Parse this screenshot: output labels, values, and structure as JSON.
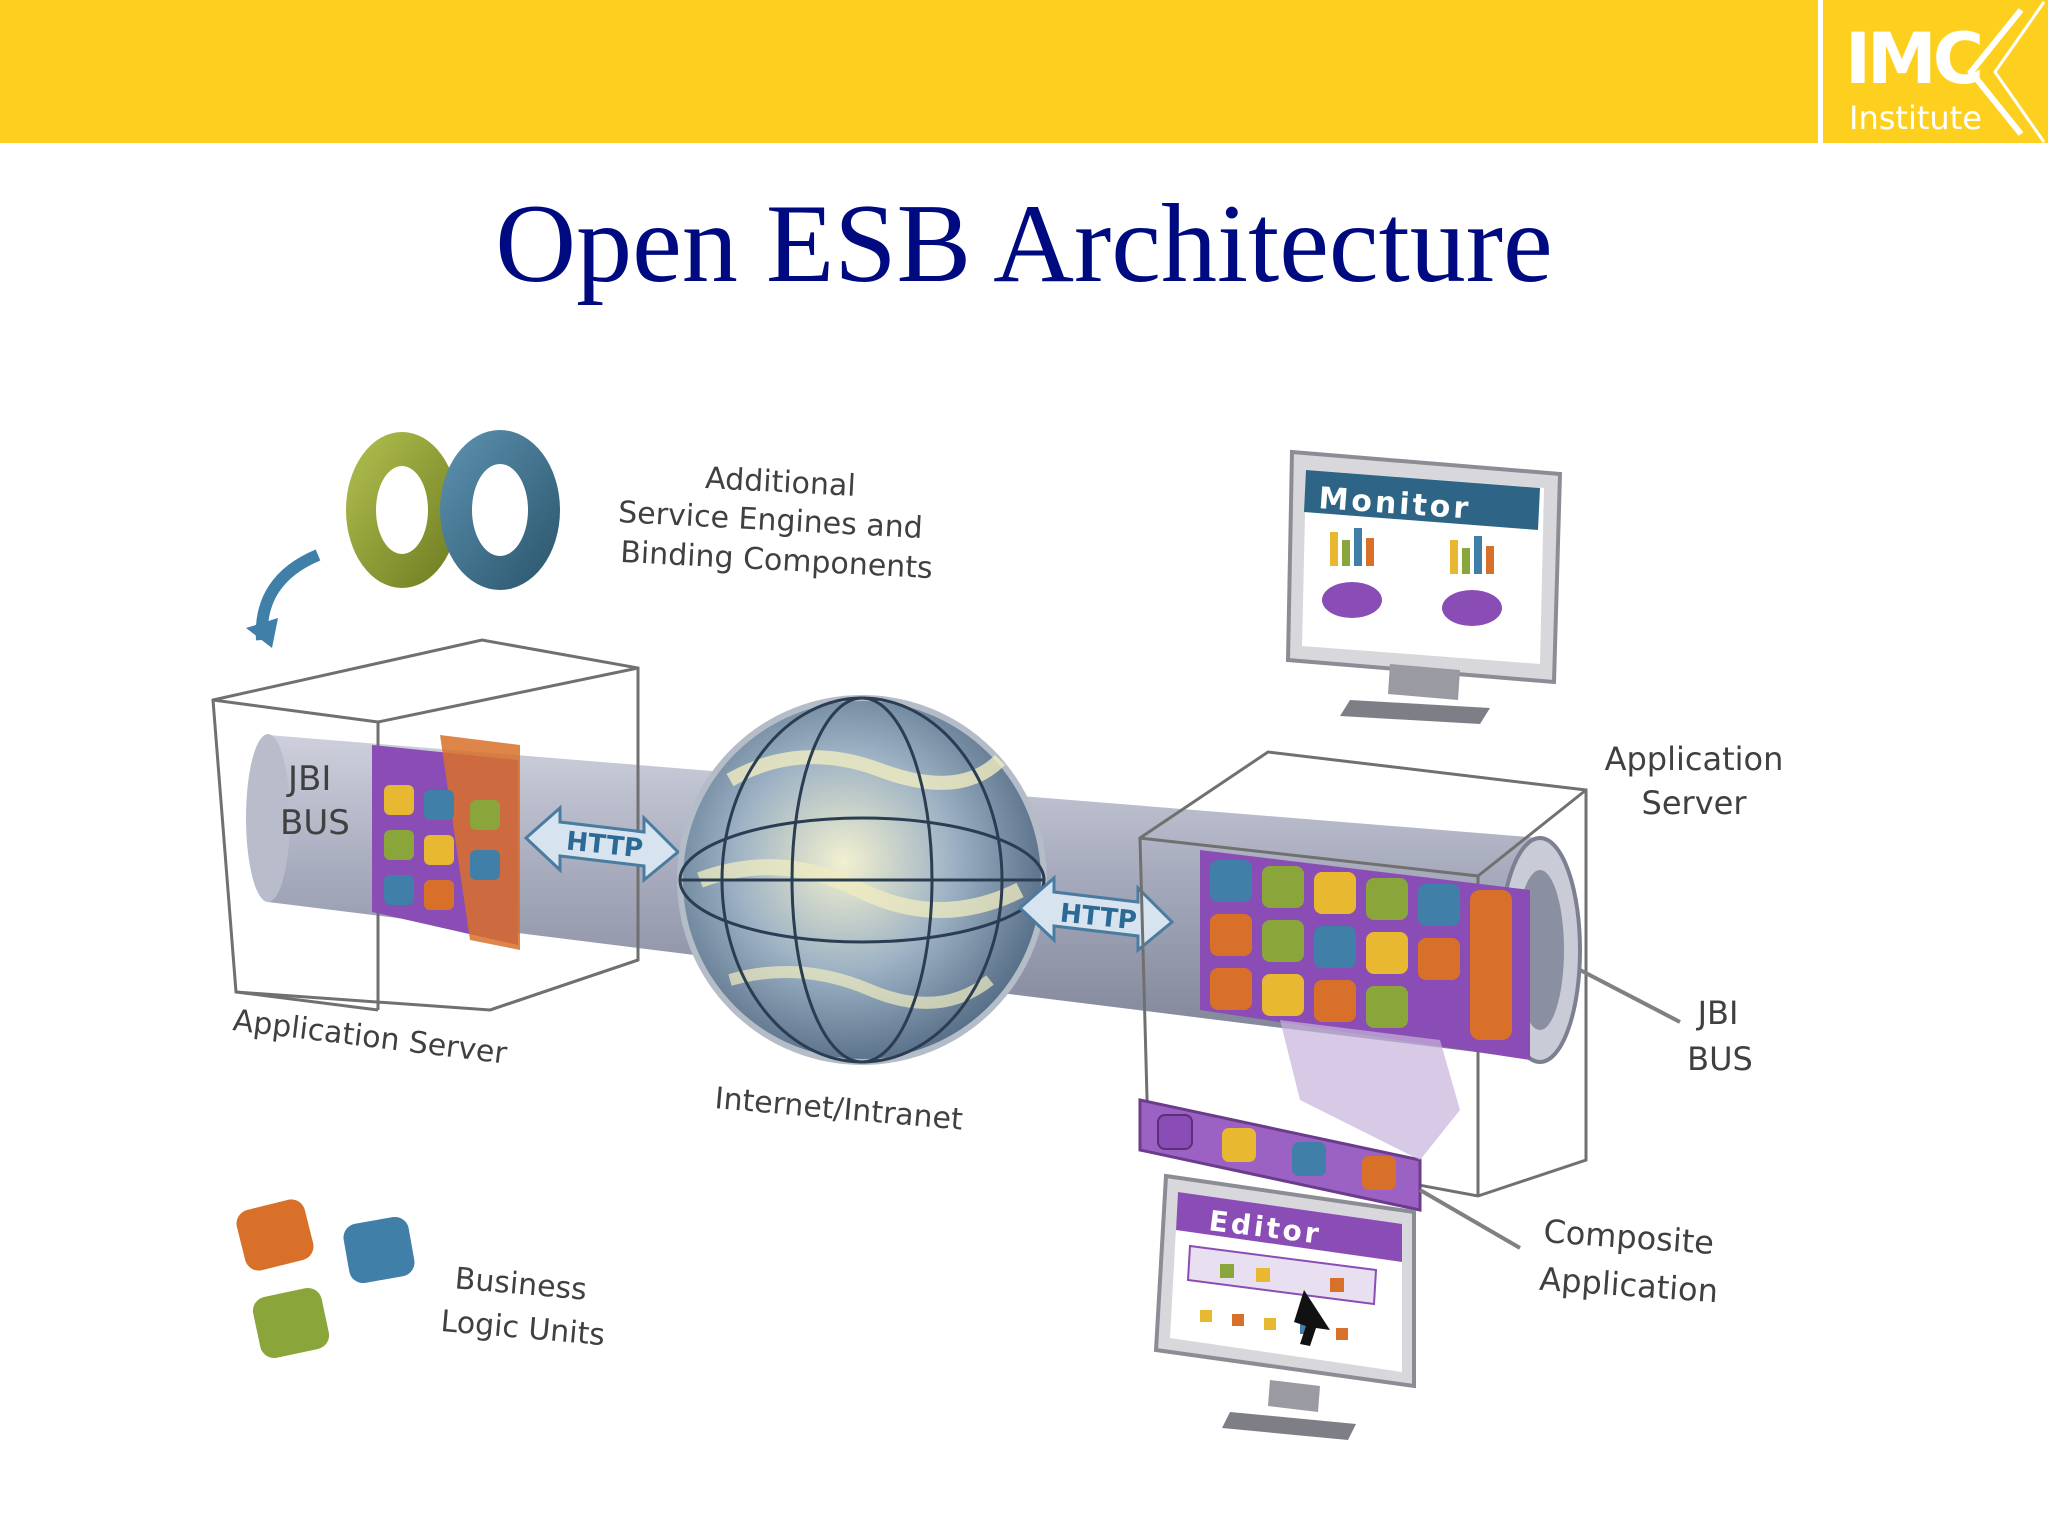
{
  "header": {
    "banner_color": "#fdd020",
    "logo_main": "IMC",
    "logo_sub": "Institute"
  },
  "slide": {
    "title": "Open ESB Architecture",
    "title_color": "#000a80"
  },
  "diagram": {
    "labels": {
      "additional_1": "Additional",
      "additional_2": "Service Engines and",
      "additional_3": "Binding Components",
      "monitor": "Monitor",
      "jbi_left_1": "JBI",
      "jbi_left_2": "BUS",
      "http_left": "HTTP",
      "http_right": "HTTP",
      "app_server_left": "Application Server",
      "internet": "Internet/Intranet",
      "app_server_right_1": "Application",
      "app_server_right_2": "Server",
      "jbi_right_1": "JBI",
      "jbi_right_2": "BUS",
      "composite_1": "Composite",
      "composite_2": "Application",
      "editor": "Editor",
      "business_1": "Business",
      "business_2": "Logic Units"
    },
    "colors": {
      "pipe": "#9a9fb3",
      "purple": "#8a4db5",
      "orange": "#d8702a",
      "blue": "#3f7fa8",
      "green": "#8aa63a",
      "yellow": "#e8b830",
      "teal_ring": "#3f7590",
      "green_ring": "#8f9e2e"
    }
  }
}
